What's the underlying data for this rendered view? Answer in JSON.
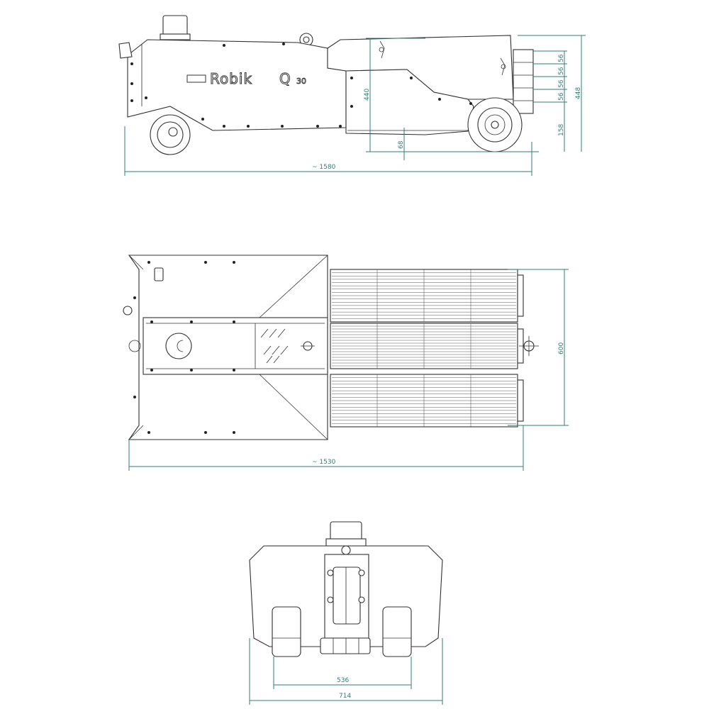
{
  "logo": {
    "brand": "Robik",
    "model": "Q",
    "model_number": "30"
  },
  "side_view": {
    "overall_length": "~ 1580",
    "height_body": "440",
    "height_total": "448",
    "ground_clearance": "68",
    "rear_lower": "158",
    "rear_steps": [
      "56",
      "56",
      "56",
      "56"
    ]
  },
  "top_view": {
    "overall_length": "~ 1530",
    "width": "600"
  },
  "front_view": {
    "inner_width": "536",
    "outer_width": "714"
  },
  "colors": {
    "dimension": "#2f7d78",
    "outline": "#303030"
  }
}
